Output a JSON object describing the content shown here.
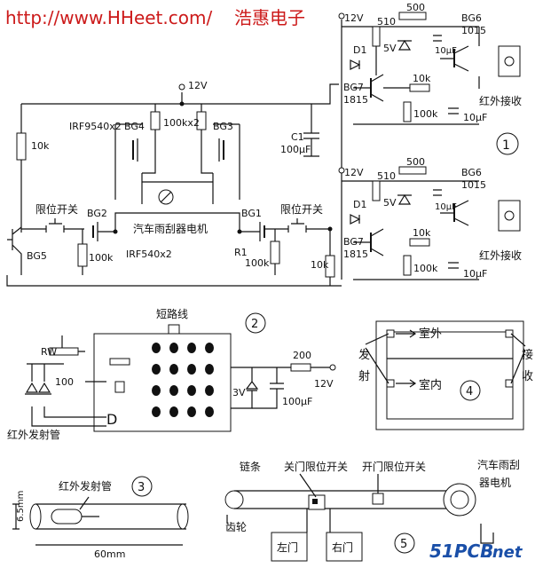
{
  "header": {
    "url": "http://www.HHeet.com/",
    "brand": "浩惠电子"
  },
  "watermark": {
    "text_a": "51PCB",
    "text_b": ".net"
  },
  "circuit1": {
    "vcc": "12V",
    "r_top_left": "10k",
    "limit_left": "限位开关",
    "limit_right": "限位开关",
    "bg5": "BG5",
    "bg2": "BG2",
    "bg1": "BG1",
    "bg3": "BG3",
    "bg4": "BG4",
    "irf9540": "IRF9540x2",
    "irf540": "IRF540x2",
    "r_100kx2": "100kx2",
    "r_100k_left": "100k",
    "r1": "R1",
    "r1_val": "100k",
    "motor": "汽车雨刮器电机",
    "c1": "C1",
    "c1_val": "100μF",
    "r_10k_bottom": "10k"
  },
  "receiver_top": {
    "vcc": "12V",
    "r510": "510",
    "r500": "500",
    "bg6": "BG6",
    "bg6_type": "1015",
    "d1": "D1",
    "z5v": "5V",
    "c10u_a": "10μF",
    "bg7": "BG7",
    "bg7_type": "1815",
    "r10k": "10k",
    "r100k": "100k",
    "c10u_b": "10μF",
    "label": "红外接收",
    "index": "1"
  },
  "receiver_bottom": {
    "vcc": "12V",
    "r510": "510",
    "r500": "500",
    "bg6": "BG6",
    "bg6_type": "1015",
    "d1": "D1",
    "z5v": "5V",
    "c10u_a": "10μF",
    "bg7": "BG7",
    "bg7_type": "1815",
    "r10k": "10k",
    "r100k": "100k",
    "c10u_b": "10μF",
    "label": "红外接收",
    "r10k_left": "10k"
  },
  "fig2": {
    "index": "2",
    "short": "短路线",
    "rw": "RW",
    "rw_val": "100",
    "r200": "200",
    "vcc": "12V",
    "z3v": "3V",
    "cap": "100μF",
    "emitter": "红外发射管",
    "chip": "D"
  },
  "fig3": {
    "index": "3",
    "label": "红外发射管",
    "dia": "6.5mm",
    "len": "60mm"
  },
  "fig4": {
    "index": "4",
    "outdoor": "室外",
    "indoor": "室内",
    "tx": [
      "发",
      "射"
    ],
    "rx": [
      "接",
      "收"
    ]
  },
  "fig5": {
    "index": "5",
    "chain": "链条",
    "close": "关门限位开关",
    "open": "开门限位开关",
    "motor": [
      "汽车雨刮",
      "器电机"
    ],
    "gear": "齿轮",
    "left": "左门",
    "right": "右门"
  }
}
